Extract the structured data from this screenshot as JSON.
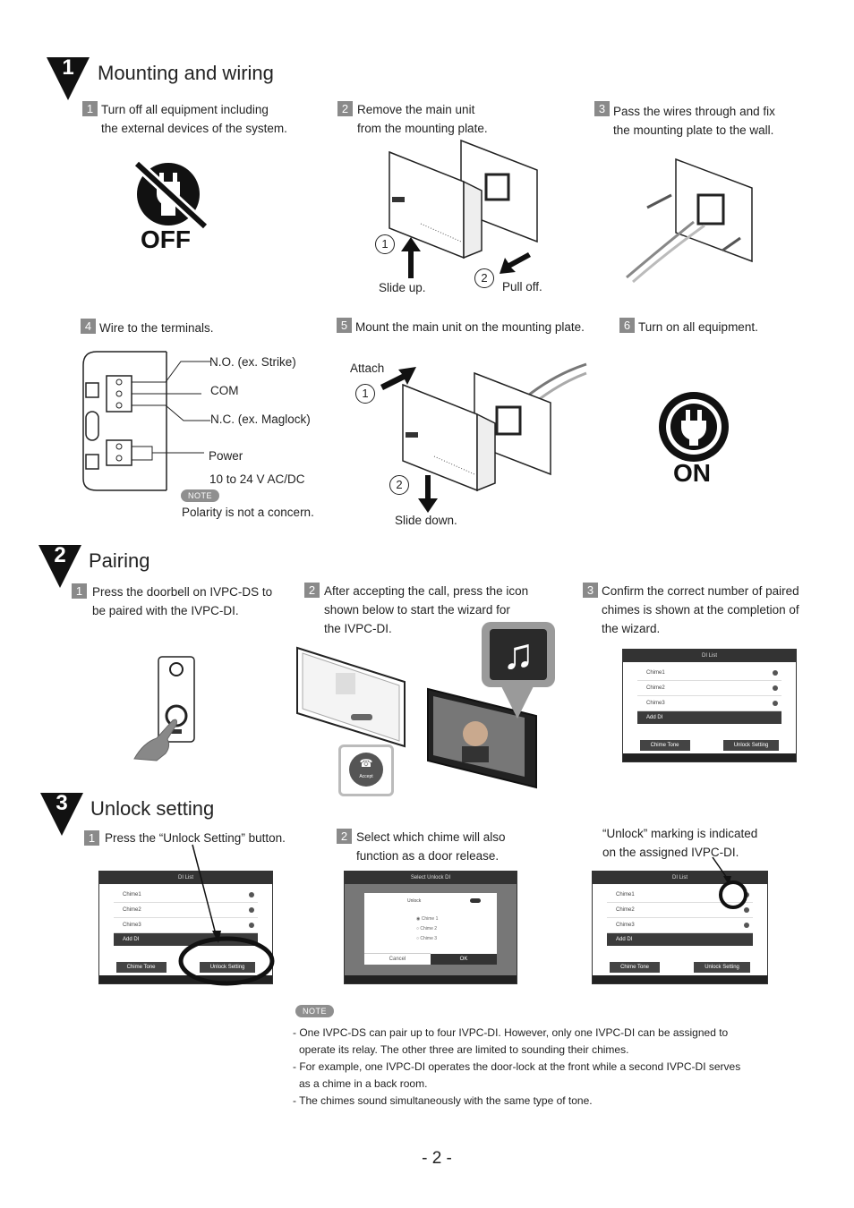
{
  "sections": [
    {
      "number": "1",
      "title": "Mounting and wiring"
    },
    {
      "number": "2",
      "title": "Pairing"
    },
    {
      "number": "3",
      "title": "Unlock setting"
    }
  ],
  "mounting": {
    "steps": [
      {
        "num": "1",
        "line1": "Turn off all equipment including",
        "line2": "the external devices of the system."
      },
      {
        "num": "2",
        "line1": "Remove the main unit",
        "line2": "from the mounting plate."
      },
      {
        "num": "3",
        "line1": "Pass the wires through and fix",
        "line2": "the mounting plate to the wall."
      },
      {
        "num": "4",
        "line1": "Wire to the terminals."
      },
      {
        "num": "5",
        "line1": "Mount the main unit on the mounting plate."
      },
      {
        "num": "6",
        "line1": "Turn on all equipment."
      }
    ],
    "off_label": "OFF",
    "on_label": "ON",
    "remove": {
      "c1": "1",
      "c2": "2",
      "slide_up": "Slide up.",
      "pull_off": "Pull off."
    },
    "terminals": {
      "no": "N.O. (ex. Strike)",
      "com": "COM",
      "nc": "N.C. (ex. Maglock)",
      "power": "Power",
      "voltage": "10 to 24 V AC/DC",
      "note": "NOTE",
      "polarity": "Polarity is not a concern."
    },
    "mount": {
      "attach": "Attach",
      "c1": "1",
      "c2": "2",
      "slide_down": "Slide down."
    }
  },
  "pairing": {
    "steps": [
      {
        "num": "1",
        "line1": "Press the doorbell on IVPC-DS to",
        "line2": "be paired with the IVPC-DI."
      },
      {
        "num": "2",
        "line1": "After accepting the call, press the icon",
        "line2": "shown below to start the wizard for",
        "line3": "the IVPC-DI."
      },
      {
        "num": "3",
        "line1": "Confirm the correct number of paired",
        "line2": "chimes is shown at the completion of",
        "line3": "the wizard."
      }
    ],
    "accept": "Accept",
    "list_screen": {
      "title": "DI List",
      "rows": [
        "Chime1",
        "Chime2",
        "Chime3"
      ],
      "add": "Add DI",
      "btn1": "Chime Tone",
      "btn2": "Unlock Setting"
    }
  },
  "unlock": {
    "steps": [
      {
        "num": "1",
        "line1": "Press the “Unlock Setting”  button."
      },
      {
        "num": "2",
        "line1": "Select which chime will also",
        "line2": "function as a door release."
      }
    ],
    "marking_line1": "“Unlock” marking is indicated",
    "marking_line2": "on the assigned IVPC-DI.",
    "select_screen": {
      "title": "Select Unlock DI",
      "unlock": "Unlock",
      "opts": [
        "Chime 1",
        "Chime 2",
        "Chime 3"
      ],
      "cancel": "Cancel",
      "ok": "OK"
    }
  },
  "note": {
    "label": "NOTE",
    "items": [
      "- One IVPC-DS can pair up to four IVPC-DI. However, only one IVPC-DI can be assigned to",
      "  operate its relay. The other three are limited to sounding their chimes.",
      "- For example, one IVPC-DI operates the door-lock at the front while a second IVPC-DI serves",
      "  as a chime in a back room.",
      "- The chimes sound simultaneously with the same type of tone."
    ]
  },
  "page_number": "- 2 -"
}
